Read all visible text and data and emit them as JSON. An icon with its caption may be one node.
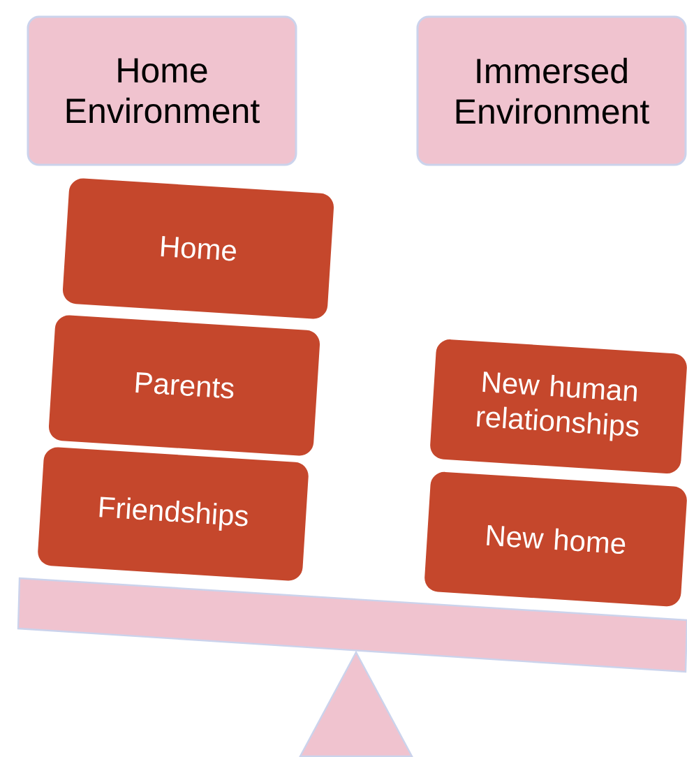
{
  "diagram": {
    "nodes": [
      {
        "text": [
          "Home Environment"
        ]
      },
      {
        "text": [
          "Immersed Environment"
        ]
      },
      {
        "text": [
          "Home"
        ]
      },
      {
        "text": [
          "Parents"
        ]
      },
      {
        "text": [
          "Friendships"
        ]
      },
      {
        "text": [
          "New human relationships"
        ]
      },
      {
        "text": [
          "New home"
        ]
      }
    ]
  }
}
